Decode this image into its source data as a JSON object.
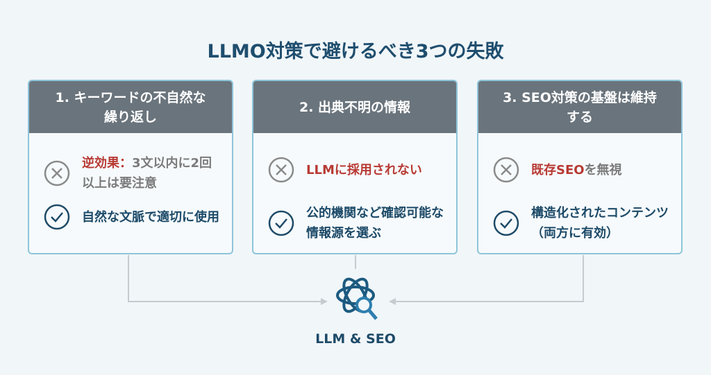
{
  "title": "LLMO対策で避けるべき3つの失敗",
  "cards": [
    {
      "header": "1. キーワードの不自然な繰り返し",
      "bad_emphasis": "逆効果：",
      "bad_text": "3文以内に2回以上は要注意",
      "good_text": "自然な文脈で適切に使用"
    },
    {
      "header": "2. 出典不明の情報",
      "bad_emphasis": "LLMに採用されない",
      "bad_text": "",
      "good_text": "公的機関など確認可能な情報源を選ぶ"
    },
    {
      "header": "3. SEO対策の基盤は維持する",
      "bad_emphasis": "既存SEO",
      "bad_text": "を無視",
      "good_text": "構造化されたコンテンツ（両方に有効）"
    }
  ],
  "center_label": "LLM & SEO",
  "colors": {
    "title": "#1f4e6e",
    "header": "#6a747c",
    "border": "#8ec5da",
    "red": "#b83a34",
    "navy": "#1d4a68"
  }
}
